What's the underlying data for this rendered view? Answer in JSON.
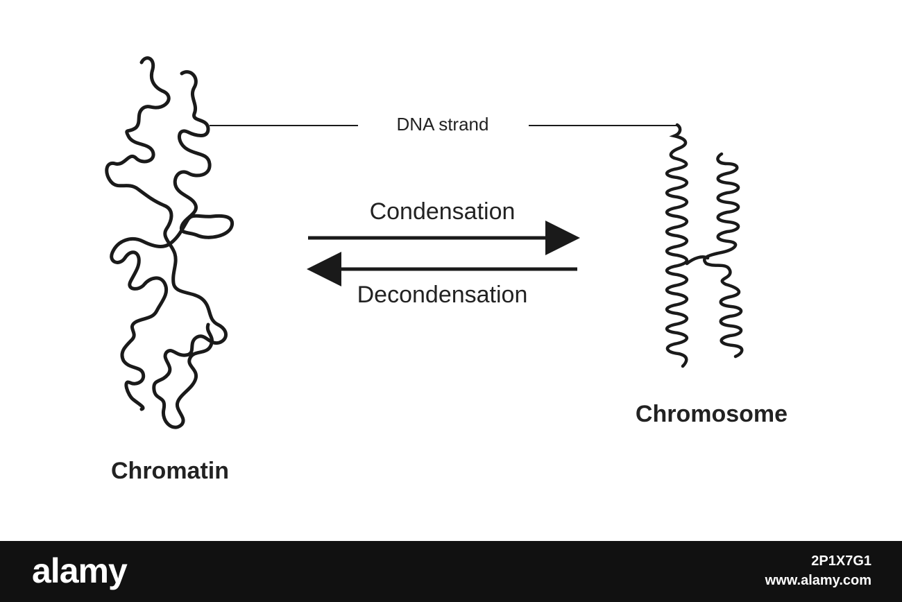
{
  "diagram": {
    "labels": {
      "dna_strand": "DNA strand",
      "condensation": "Condensation",
      "decondensation": "Decondensation",
      "chromatin": "Chromatin",
      "chromosome": "Chromosome"
    },
    "colors": {
      "stroke": "#1a1a1a",
      "text": "#222222",
      "background": "#ffffff"
    }
  },
  "footer": {
    "brand": "alamy",
    "image_id": "2P1X7G1",
    "site": "www.alamy.com",
    "background": "#111111"
  }
}
